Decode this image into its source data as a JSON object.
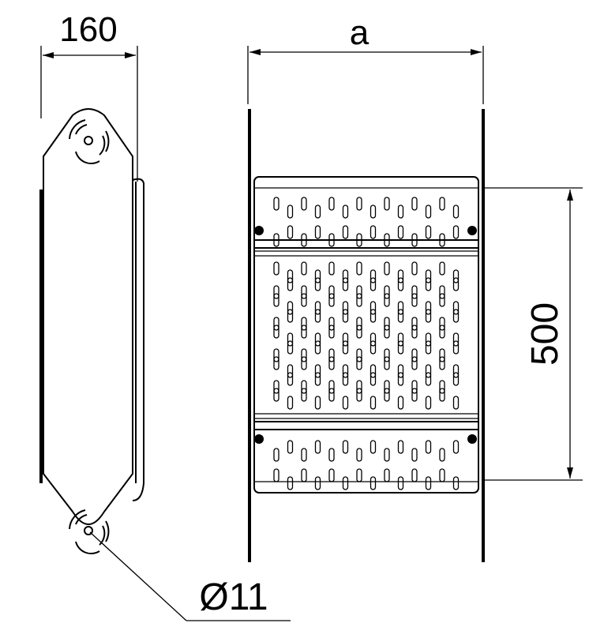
{
  "labels": {
    "width_side": "160",
    "width_front": "a",
    "height": "500",
    "hole_diameter": "Ø11"
  },
  "colors": {
    "stroke": "#000000",
    "background": "#ffffff"
  }
}
